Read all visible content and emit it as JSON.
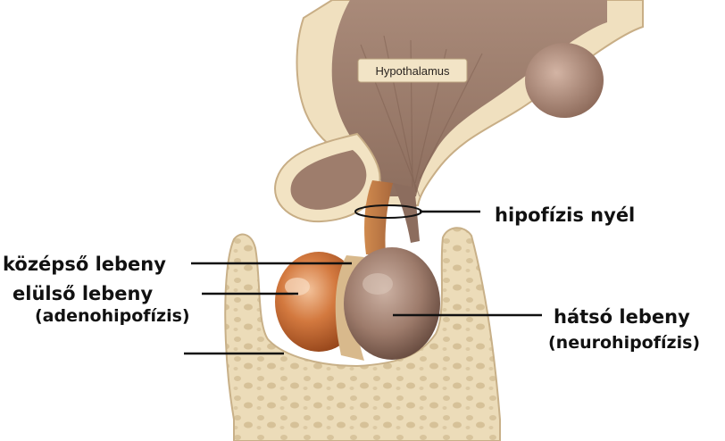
{
  "diagram": {
    "hypothalamus_label": "Hypothalamus",
    "labels": {
      "stalk": "hipofízis nyél",
      "middle_lobe": "középső lebeny",
      "anterior_lobe": "elülső lebeny",
      "anterior_lobe_sub": "(adenohipofízis)",
      "posterior_lobe": "hátsó lebeny",
      "posterior_lobe_sub": "(neurohipofízis)"
    }
  }
}
